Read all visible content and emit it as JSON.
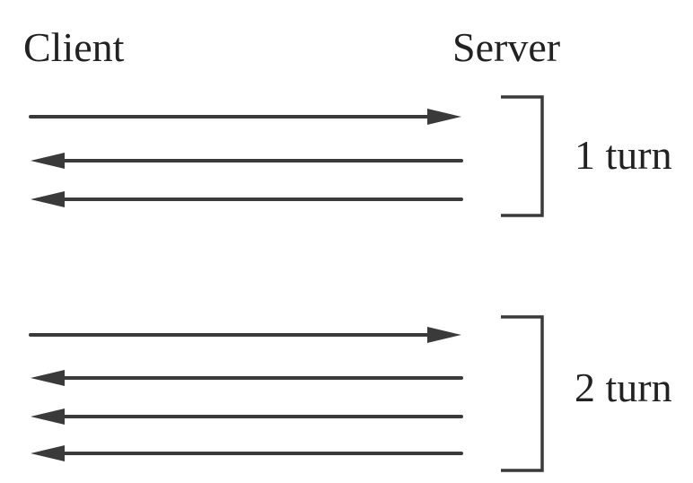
{
  "labels": {
    "client": "Client",
    "server": "Server"
  },
  "groups": [
    {
      "label": "1 turn",
      "messages": [
        {
          "direction": "client-to-server"
        },
        {
          "direction": "server-to-client"
        },
        {
          "direction": "server-to-client"
        }
      ]
    },
    {
      "label": "2 turn",
      "messages": [
        {
          "direction": "client-to-server"
        },
        {
          "direction": "server-to-client"
        },
        {
          "direction": "server-to-client"
        },
        {
          "direction": "server-to-client"
        }
      ]
    }
  ],
  "colors": {
    "ink": "#3a3a3a",
    "text": "#222222",
    "background": "#ffffff"
  }
}
